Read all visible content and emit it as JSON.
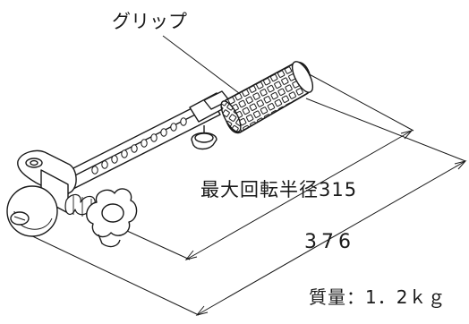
{
  "labels": {
    "grip": "グリップ",
    "max_radius": "最大回転半径315",
    "total_length": "376",
    "mass": "質量：1．2ｋｇ"
  },
  "colors": {
    "line": "#1a1a1a",
    "background": "#ffffff"
  }
}
